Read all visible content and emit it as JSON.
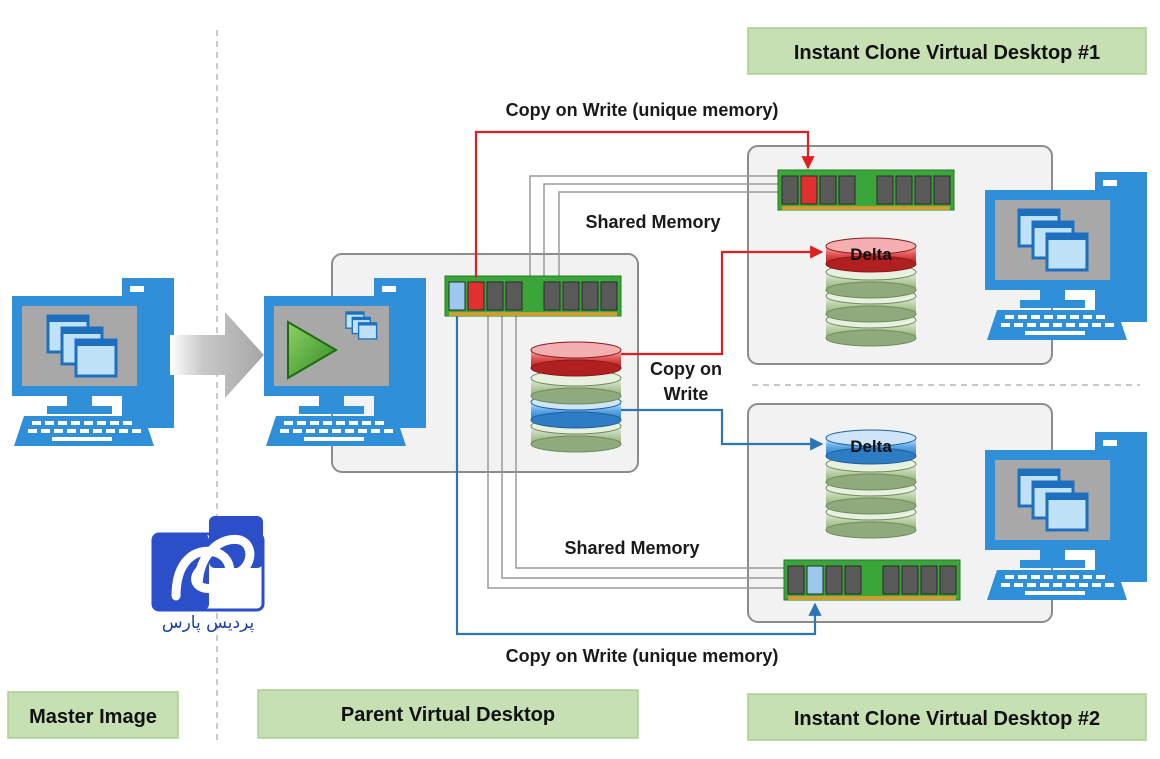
{
  "labels": {
    "master_image": "Master Image",
    "parent_desktop": "Parent Virtual Desktop",
    "clone1": "Instant Clone Virtual Desktop #1",
    "clone2": "Instant Clone Virtual Desktop #2",
    "cow_unique_top": "Copy on Write (unique memory)",
    "cow_unique_bottom": "Copy on Write (unique memory)",
    "shared_memory_top": "Shared Memory",
    "shared_memory_bottom": "Shared Memory",
    "cow_line1": "Copy on",
    "cow_line2": "Write",
    "delta1": "Delta",
    "delta2": "Delta"
  },
  "logo": {
    "text": "پردیس پارس"
  },
  "colors": {
    "label_box": "#c6e0b4",
    "label_box_border": "#a9d08e",
    "panel_fill": "#f2f2f2",
    "panel_border": "#8c8c8c",
    "cow_red": "#e02020",
    "cow_blue": "#2e75b6",
    "shared_line": "#9a9a9a",
    "ram_green": "#3aa63a",
    "monitor_blue": "#2f8fd8"
  }
}
